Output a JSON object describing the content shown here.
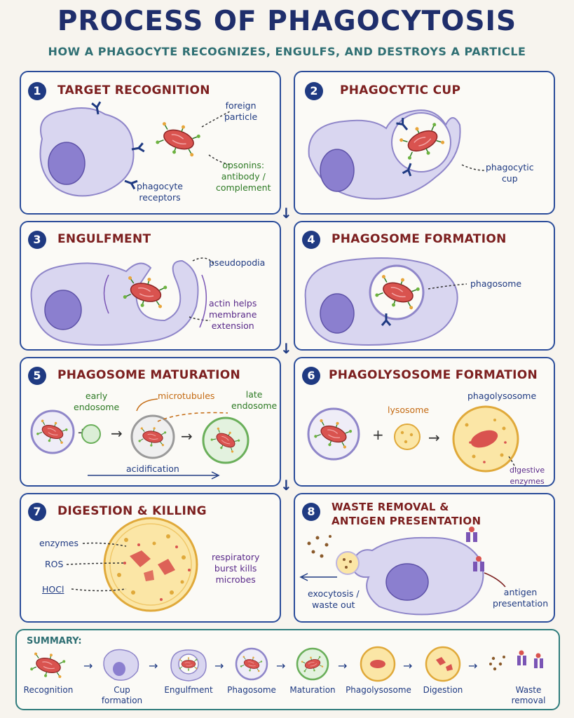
{
  "title": "PROCESS OF PHAGOCYTOSIS",
  "subtitle": "HOW A PHAGOCYTE RECOGNIZES, ENGULFS, AND DESTROYS A PARTICLE",
  "panels": [
    {
      "num": "1",
      "title": "TARGET RECOGNITION",
      "labels": {
        "foreign": "foreign\nparticle",
        "receptors": "phagocyte\nreceptors",
        "opsonins": "opsonins:\nantibody /\ncomplement"
      }
    },
    {
      "num": "2",
      "title": "PHAGOCYTIC CUP",
      "labels": {
        "cup": "phagocytic\ncup"
      }
    },
    {
      "num": "3",
      "title": "ENGULFMENT",
      "labels": {
        "pseudopodia": "pseudopodia",
        "actin": "actin helps\nmembrane\nextension"
      }
    },
    {
      "num": "4",
      "title": "PHAGOSOME FORMATION",
      "labels": {
        "phagosome": "phagosome"
      }
    },
    {
      "num": "5",
      "title": "PHAGOSOME MATURATION",
      "labels": {
        "early": "early\nendosome",
        "microtubules": "microtubules",
        "late": "late\nendosome",
        "acidification": "acidification"
      }
    },
    {
      "num": "6",
      "title": "PHAGOLYSOSOME FORMATION",
      "labels": {
        "lysosome": "lysosome",
        "phagolysosome": "phagolysosome",
        "enzymes": "digestive\nenzymes"
      }
    },
    {
      "num": "7",
      "title": "DIGESTION & KILLING",
      "labels": {
        "enzymes": "enzymes",
        "ros": "ROS",
        "hocl": "HOCl",
        "burst": "respiratory\nburst kills\nmicrobes"
      }
    },
    {
      "num": "8",
      "title": "WASTE REMOVAL &\nANTIGEN PRESENTATION",
      "labels": {
        "exocytosis": "exocytosis /\nwaste out",
        "antigen": "antigen\npresentation"
      }
    }
  ],
  "summary": {
    "title": "SUMMARY:",
    "steps": [
      "Recognition",
      "Cup\nformation",
      "Engulfment",
      "Phagosome",
      "Maturation",
      "Phagolysosome",
      "Digestion",
      "Waste\nremoval"
    ]
  },
  "colors": {
    "navy": "#1f2e6b",
    "panel_border": "#2a4c9a",
    "title_red": "#7c1f1f",
    "cell": "#d9d6f0",
    "nucleus": "#8b7fcf",
    "bacterium": "#d9534f"
  }
}
